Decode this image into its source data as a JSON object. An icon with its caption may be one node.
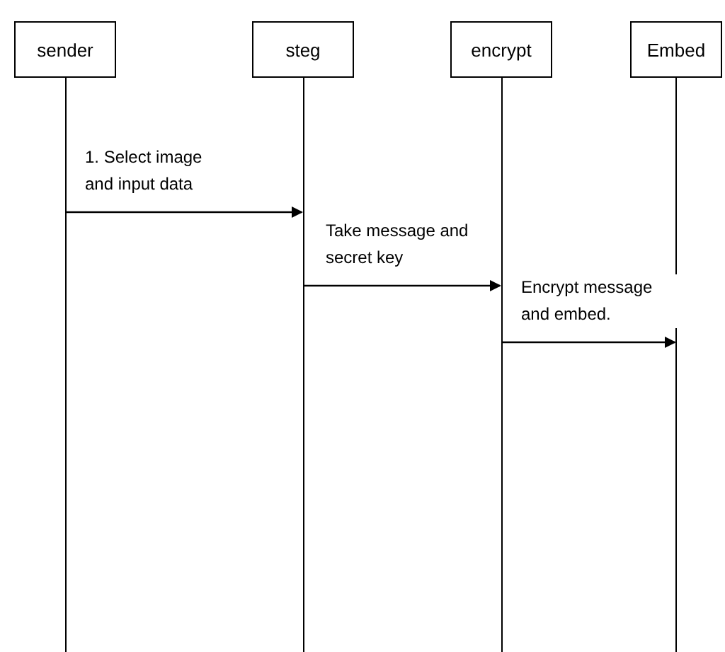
{
  "diagram": {
    "nodes": [
      {
        "text": [
          "sender"
        ]
      },
      {
        "text": [
          "steg"
        ]
      },
      {
        "text": [
          "encrypt"
        ]
      },
      {
        "text": [
          "Embed"
        ]
      }
    ],
    "edges": [
      {
        "from": 0,
        "to": 1,
        "arrow": "to",
        "label": "1. Select image and input data"
      },
      {
        "from": 1,
        "to": 2,
        "arrow": "to",
        "label": "Take message and secret key"
      },
      {
        "from": 2,
        "to": 3,
        "arrow": "to",
        "label": "Encrypt message and embed."
      }
    ]
  }
}
